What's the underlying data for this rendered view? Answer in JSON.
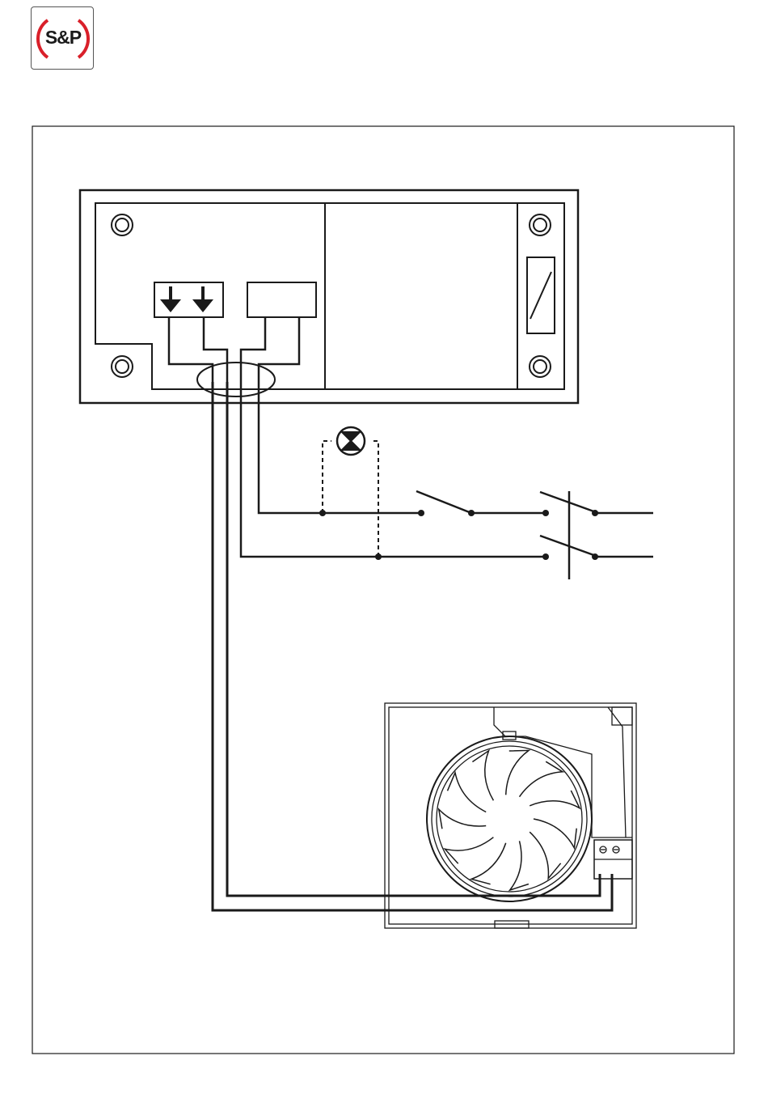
{
  "logo": {
    "text": "S&P",
    "accent_color": "#d9202a"
  },
  "diagram": {
    "components": [
      {
        "name": "control-unit",
        "icon": "terminal-box"
      },
      {
        "name": "indicator-lamp",
        "icon": "lamp-icon"
      },
      {
        "name": "switch",
        "icon": "switch-icon"
      },
      {
        "name": "isolator",
        "icon": "double-pole-isolator-icon"
      },
      {
        "name": "extractor-fan",
        "icon": "fan-icon"
      }
    ],
    "line_color": "#1a1a1a"
  }
}
